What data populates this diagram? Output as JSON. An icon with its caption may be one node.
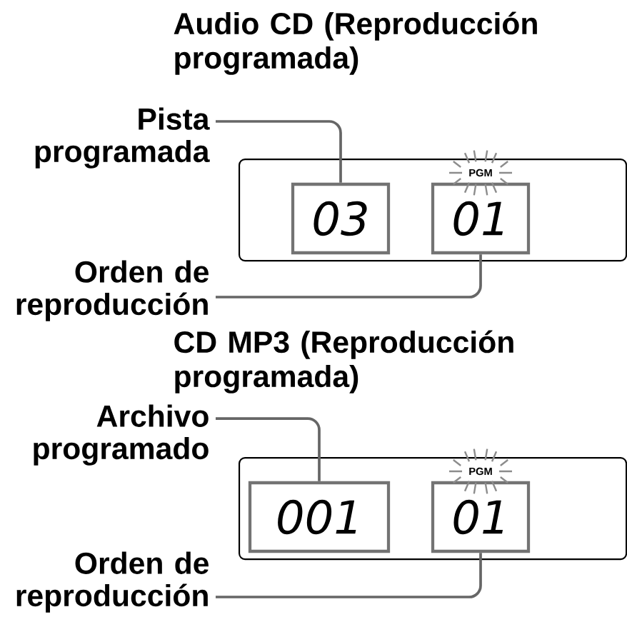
{
  "diagram": {
    "nodes": [
      {
        "text": [
          "Pista programada"
        ]
      },
      {
        "text": [],
        "shape": "box"
      },
      {
        "text": [
          "03"
        ],
        "in": 1
      },
      {
        "text": [
          "01"
        ],
        "in": 1,
        "beside": [
          "PGM"
        ]
      },
      {
        "text": [
          "Orden de reproducción"
        ]
      },
      {
        "text": [
          "Archivo programado"
        ]
      },
      {
        "text": [],
        "shape": "box"
      },
      {
        "text": [
          "001"
        ],
        "in": 6
      },
      {
        "text": [
          "01"
        ],
        "in": 6,
        "beside": [
          "PGM"
        ]
      },
      {
        "text": [
          "Orden de reproducción"
        ]
      }
    ],
    "edges": [
      {
        "from": 0,
        "to": 2,
        "arrow": "none"
      },
      {
        "from": 4,
        "to": 3,
        "arrow": "none"
      },
      {
        "from": 5,
        "to": 7,
        "arrow": "none"
      },
      {
        "from": 9,
        "to": 8,
        "arrow": "none"
      }
    ],
    "labels": [
      "Audio CD (Reproducción programada)",
      "CD MP3 (Reproducción programada)"
    ]
  }
}
